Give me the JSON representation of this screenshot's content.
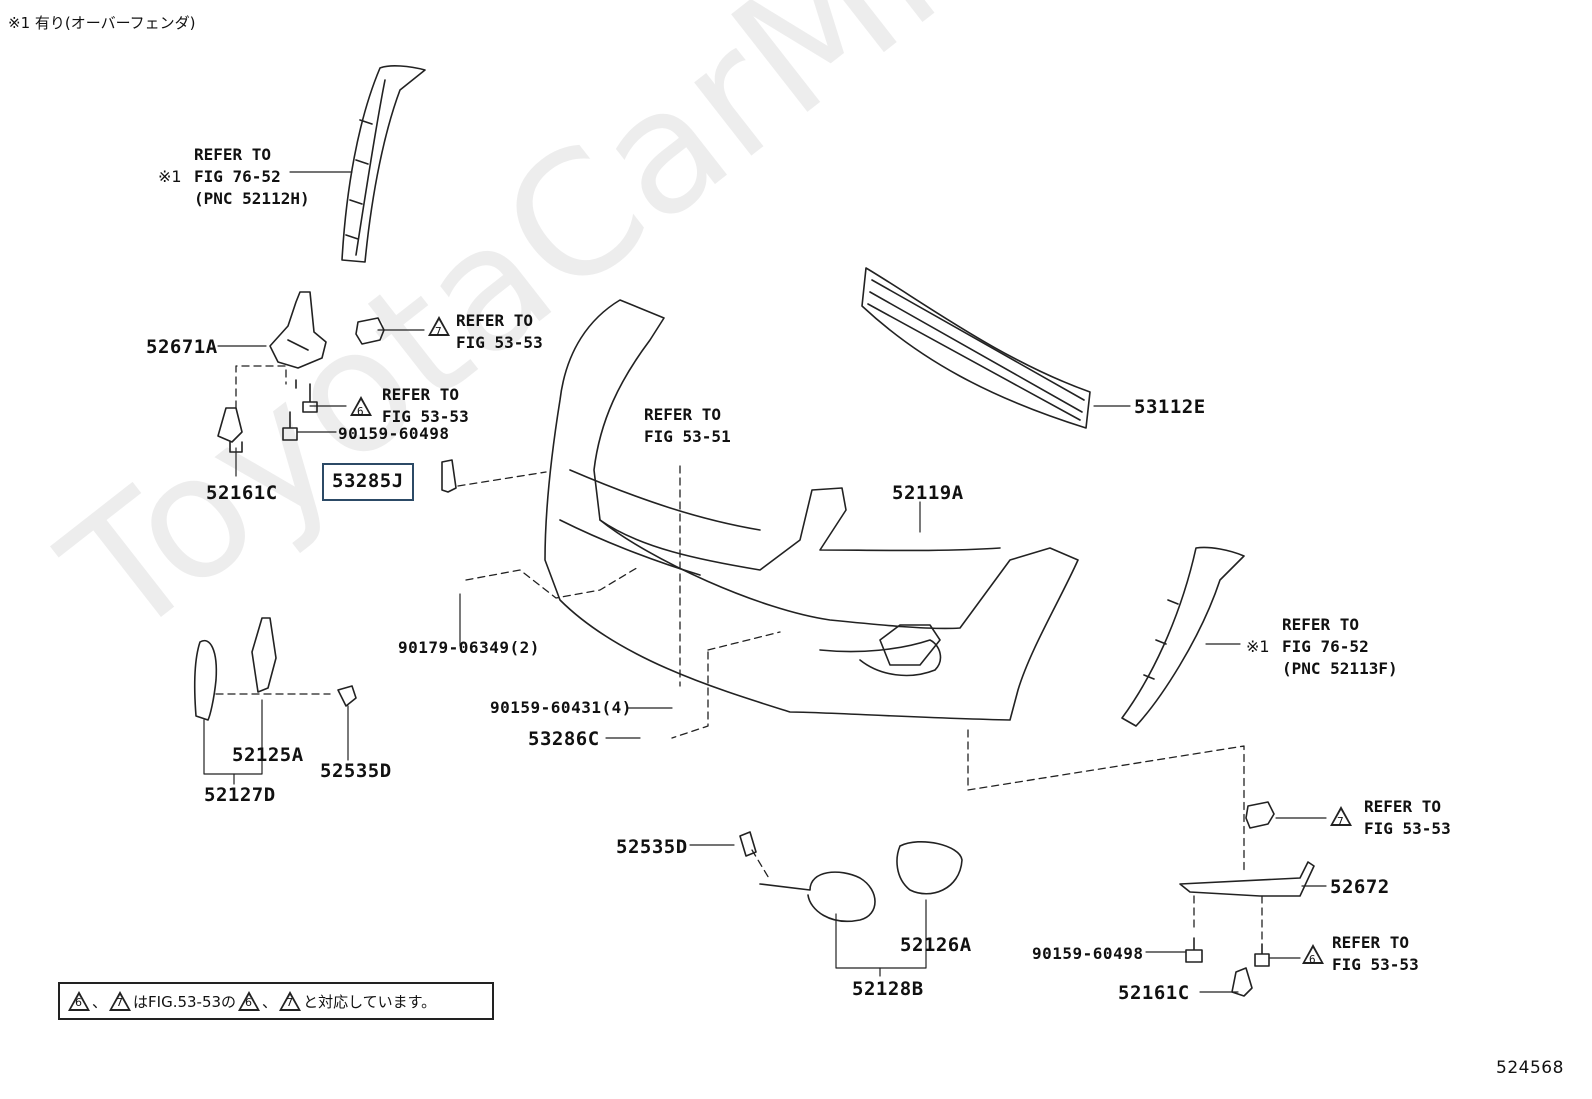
{
  "header_note": "※1 有り(オーバーフェンダ)",
  "diagram_id": "524568",
  "watermark": "ToyotaCarMine.ru",
  "legend_note": {
    "tri_a": "6",
    "tri_b": "7",
    "text_a": "、",
    "text_b": "はFIG.53-53の",
    "text_c": "、",
    "text_d": "と対応しています。"
  },
  "references": {
    "top_left": {
      "marker": "※1",
      "lines": [
        "REFER TO",
        "FIG 76-52",
        "(PNC 52112H)"
      ]
    },
    "top_clip": {
      "tri": "7",
      "lines": [
        "REFER TO",
        "FIG 53-53"
      ]
    },
    "mid_bolt": {
      "tri": "6",
      "lines": [
        "REFER TO",
        "FIG 53-53"
      ]
    },
    "center": {
      "lines": [
        "REFER TO",
        "FIG 53-51"
      ]
    },
    "right": {
      "marker": "※1",
      "lines": [
        "REFER TO",
        "FIG 76-52",
        "(PNC 52113F)"
      ]
    },
    "bottom_clip": {
      "tri": "7",
      "lines": [
        "REFER TO",
        "FIG 53-53"
      ]
    },
    "bottom_bolt": {
      "tri": "6",
      "lines": [
        "REFER TO",
        "FIG 53-53"
      ]
    }
  },
  "parts": {
    "p52671A": "52671A",
    "p90159_60498_a": "90159-60498",
    "p52161C_a": "52161C",
    "p53285J": "53285J",
    "p53112E": "53112E",
    "p52119A": "52119A",
    "p90179": "90179-06349(2)",
    "p90159_60431": "90159-60431(4)",
    "p53286C": "53286C",
    "p52125A": "52125A",
    "p52535D_a": "52535D",
    "p52127D": "52127D",
    "p52535D_b": "52535D",
    "p52126A": "52126A",
    "p52128B": "52128B",
    "p52672": "52672",
    "p90159_60498_b": "90159-60498",
    "p52161C_b": "52161C"
  }
}
